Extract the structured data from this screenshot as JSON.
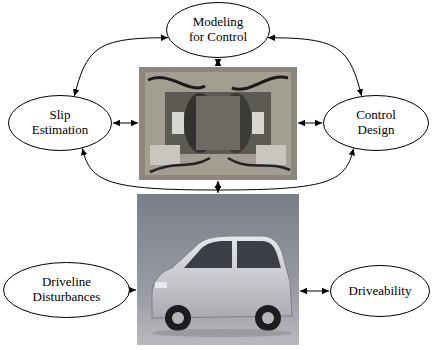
{
  "diagram": {
    "nodes": [
      {
        "text": [
          "Modeling for Control"
        ]
      },
      {
        "text": [
          "Slip Estimation"
        ]
      },
      {
        "text": [
          "Control Design"
        ]
      },
      {
        "text": [
          "Driveline Disturbances"
        ]
      },
      {
        "text": [
          "Driveability"
        ]
      }
    ],
    "edges": [
      {
        "from": 0,
        "to": 1,
        "arrow": "both"
      },
      {
        "from": 0,
        "to": 2,
        "arrow": "both"
      },
      {
        "from": 1,
        "to": 2,
        "arrow": "both"
      }
    ]
  }
}
